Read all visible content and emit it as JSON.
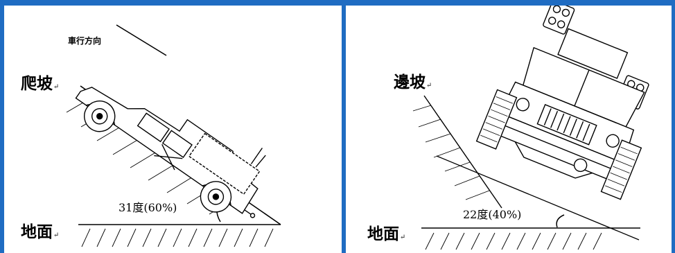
{
  "left_panel": {
    "direction_label": "車行方向",
    "slope_label": "爬坡",
    "angle_label": "31度(60%)",
    "ground_label": "地面",
    "paragraph_mark": "↵"
  },
  "right_panel": {
    "slope_label": "邊坡",
    "angle_label": "22度(40%)",
    "ground_label": "地面",
    "paragraph_mark": "↵"
  },
  "colors": {
    "frame": "#1f6cc2",
    "line": "#000000"
  },
  "icons": [
    "side-view-military-vehicle-icon",
    "front-view-military-vehicle-icon"
  ]
}
